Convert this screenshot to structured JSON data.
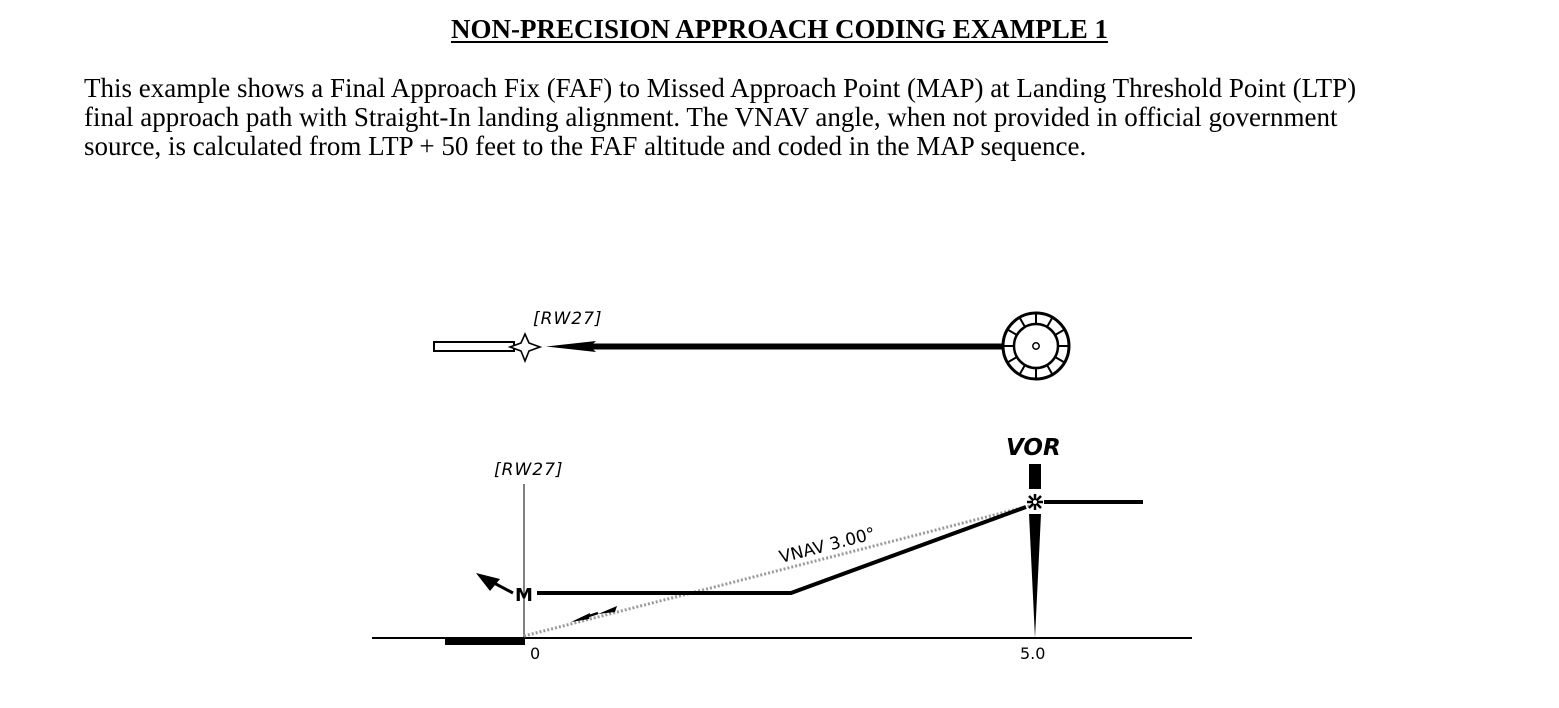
{
  "title": "NON-PRECISION APPROACH CODING EXAMPLE 1",
  "description": [
    "This example shows a Final Approach Fix (FAF) to Missed Approach Point (MAP) at Landing Threshold Point (LTP)",
    "final approach path with Straight-In landing alignment. The VNAV angle, when not provided in official government",
    "source, is calculated from LTP + 50 feet to the FAF altitude and coded in the MAP sequence."
  ],
  "plan_view": {
    "runway_label": "[RW27]",
    "icons": [
      "runway-icon",
      "vor-icon"
    ]
  },
  "profile_view": {
    "runway_label": "[RW27]",
    "fix_label": "VOR",
    "map_symbol": "M",
    "vnav_label": "VNAV 3.00°",
    "distance_labels": [
      "0",
      "5.0"
    ]
  }
}
